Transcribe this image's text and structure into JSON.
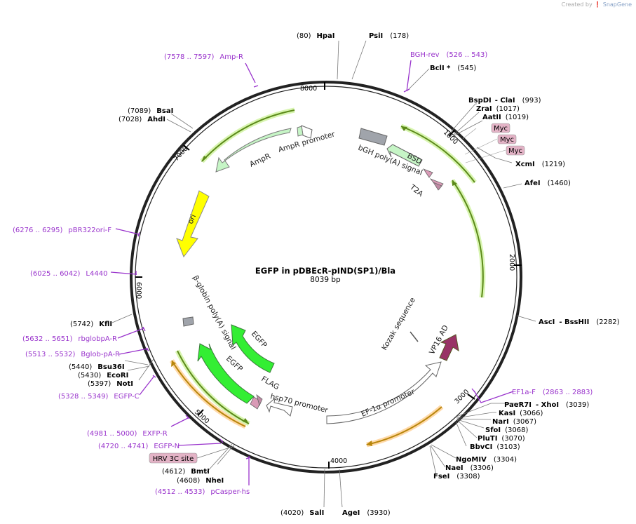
{
  "credit": {
    "prefix": "Created by",
    "brand": "SnapGene"
  },
  "plasmid": {
    "name": "EGFP in pDBEcR-pIND(SP1)/Bla",
    "size": "8039 bp"
  },
  "ticks": [
    "1000",
    "2000",
    "3000",
    "4000",
    "5000",
    "6000",
    "7000",
    "8000"
  ],
  "enzymes": [
    {
      "name": "HpaI",
      "pos": "(80)"
    },
    {
      "name": "PsiI",
      "pos": "(178)"
    },
    {
      "name": "BclI *",
      "pos": "(545)"
    },
    {
      "name": "BspDI",
      "pos": ""
    },
    {
      "name": "- ClaI",
      "pos": "(993)"
    },
    {
      "name": "ZraI",
      "pos": "(1017)"
    },
    {
      "name": "AatII",
      "pos": "(1019)"
    },
    {
      "name": "XcmI",
      "pos": "(1219)"
    },
    {
      "name": "AfeI",
      "pos": "(1460)"
    },
    {
      "name": "AscI",
      "pos": ""
    },
    {
      "name": "- BssHII",
      "pos": "(2282)"
    },
    {
      "name": "PaeR7I",
      "pos": ""
    },
    {
      "name": "- XhoI",
      "pos": "(3039)"
    },
    {
      "name": "KasI",
      "pos": "(3066)"
    },
    {
      "name": "NarI",
      "pos": "(3067)"
    },
    {
      "name": "SfoI",
      "pos": "(3068)"
    },
    {
      "name": "PluTI",
      "pos": "(3070)"
    },
    {
      "name": "BbvCI",
      "pos": "(3103)"
    },
    {
      "name": "NgoMIV",
      "pos": "(3304)"
    },
    {
      "name": "NaeI",
      "pos": "(3306)"
    },
    {
      "name": "FseI",
      "pos": "(3308)"
    },
    {
      "name": "AgeI",
      "pos": "(3930)"
    },
    {
      "name": "SalI",
      "pos": "(4020)"
    },
    {
      "name": "NheI",
      "pos": "(4608)"
    },
    {
      "name": "BmtI",
      "pos": "(4612)"
    },
    {
      "name": "NotI",
      "pos": "(5397)"
    },
    {
      "name": "EcoRI",
      "pos": "(5430)"
    },
    {
      "name": "Bsu36I",
      "pos": "(5440)"
    },
    {
      "name": "KflI",
      "pos": "(5742)"
    },
    {
      "name": "AhdI",
      "pos": "(7028)"
    },
    {
      "name": "BsaI",
      "pos": "(7089)"
    }
  ],
  "primers": [
    {
      "name": "Amp-R",
      "range": "(7578 .. 7597)"
    },
    {
      "name": "BGH-rev",
      "range": "(526 .. 543)"
    },
    {
      "name": "EF1a-F",
      "range": "(2863 .. 2883)"
    },
    {
      "name": "pBR322ori-F",
      "range": "(6276 .. 6295)"
    },
    {
      "name": "L4440",
      "range": "(6025 .. 6042)"
    },
    {
      "name": "rbglobpA-R",
      "range": "(5632 .. 5651)"
    },
    {
      "name": "Bglob-pA-R",
      "range": "(5513 .. 5532)"
    },
    {
      "name": "EGFP-C",
      "range": "(5328 .. 5349)"
    },
    {
      "name": "EXFP-R",
      "range": "(4981 .. 5000)"
    },
    {
      "name": "EGFP-N",
      "range": "(4720 .. 4741)"
    },
    {
      "name": "pCasper-hs",
      "range": "(4512 .. 4533)"
    }
  ],
  "tags": [
    "Myc",
    "Myc",
    "Myc",
    "HRV 3C site"
  ],
  "features": {
    "ampr_promoter": "AmpR promoter",
    "ampr": "AmpR",
    "ori": "ori",
    "bgh": "bGH poly(A) signal",
    "bsd": "BSD",
    "t2a": "T2A",
    "kozak": "Kozak sequence",
    "vp16": "VP16 AD",
    "ef1a": "EF-1α promoter",
    "hsp70": "hsp70 promoter",
    "flag": "FLAG",
    "egfp1": "EGFP",
    "egfp2": "EGFP",
    "bglobin": "β-globin poly(A) signal"
  },
  "colors": {
    "backbone": "#222222",
    "primer": "#9933cc",
    "orf_green": "#5c8a1a",
    "orf_glow": "#d8f5b0",
    "orf_orange": "#b8860b",
    "orf_glow_orange": "#ffd9a8",
    "ampr_fill": "#c6f5c6",
    "ori_fill": "#ffff00",
    "egfp_fill": "#33ee33",
    "vp16_fill": "#993366",
    "bgh_fill": "#a0a4ab",
    "tag_fill": "#e3b3c6"
  }
}
